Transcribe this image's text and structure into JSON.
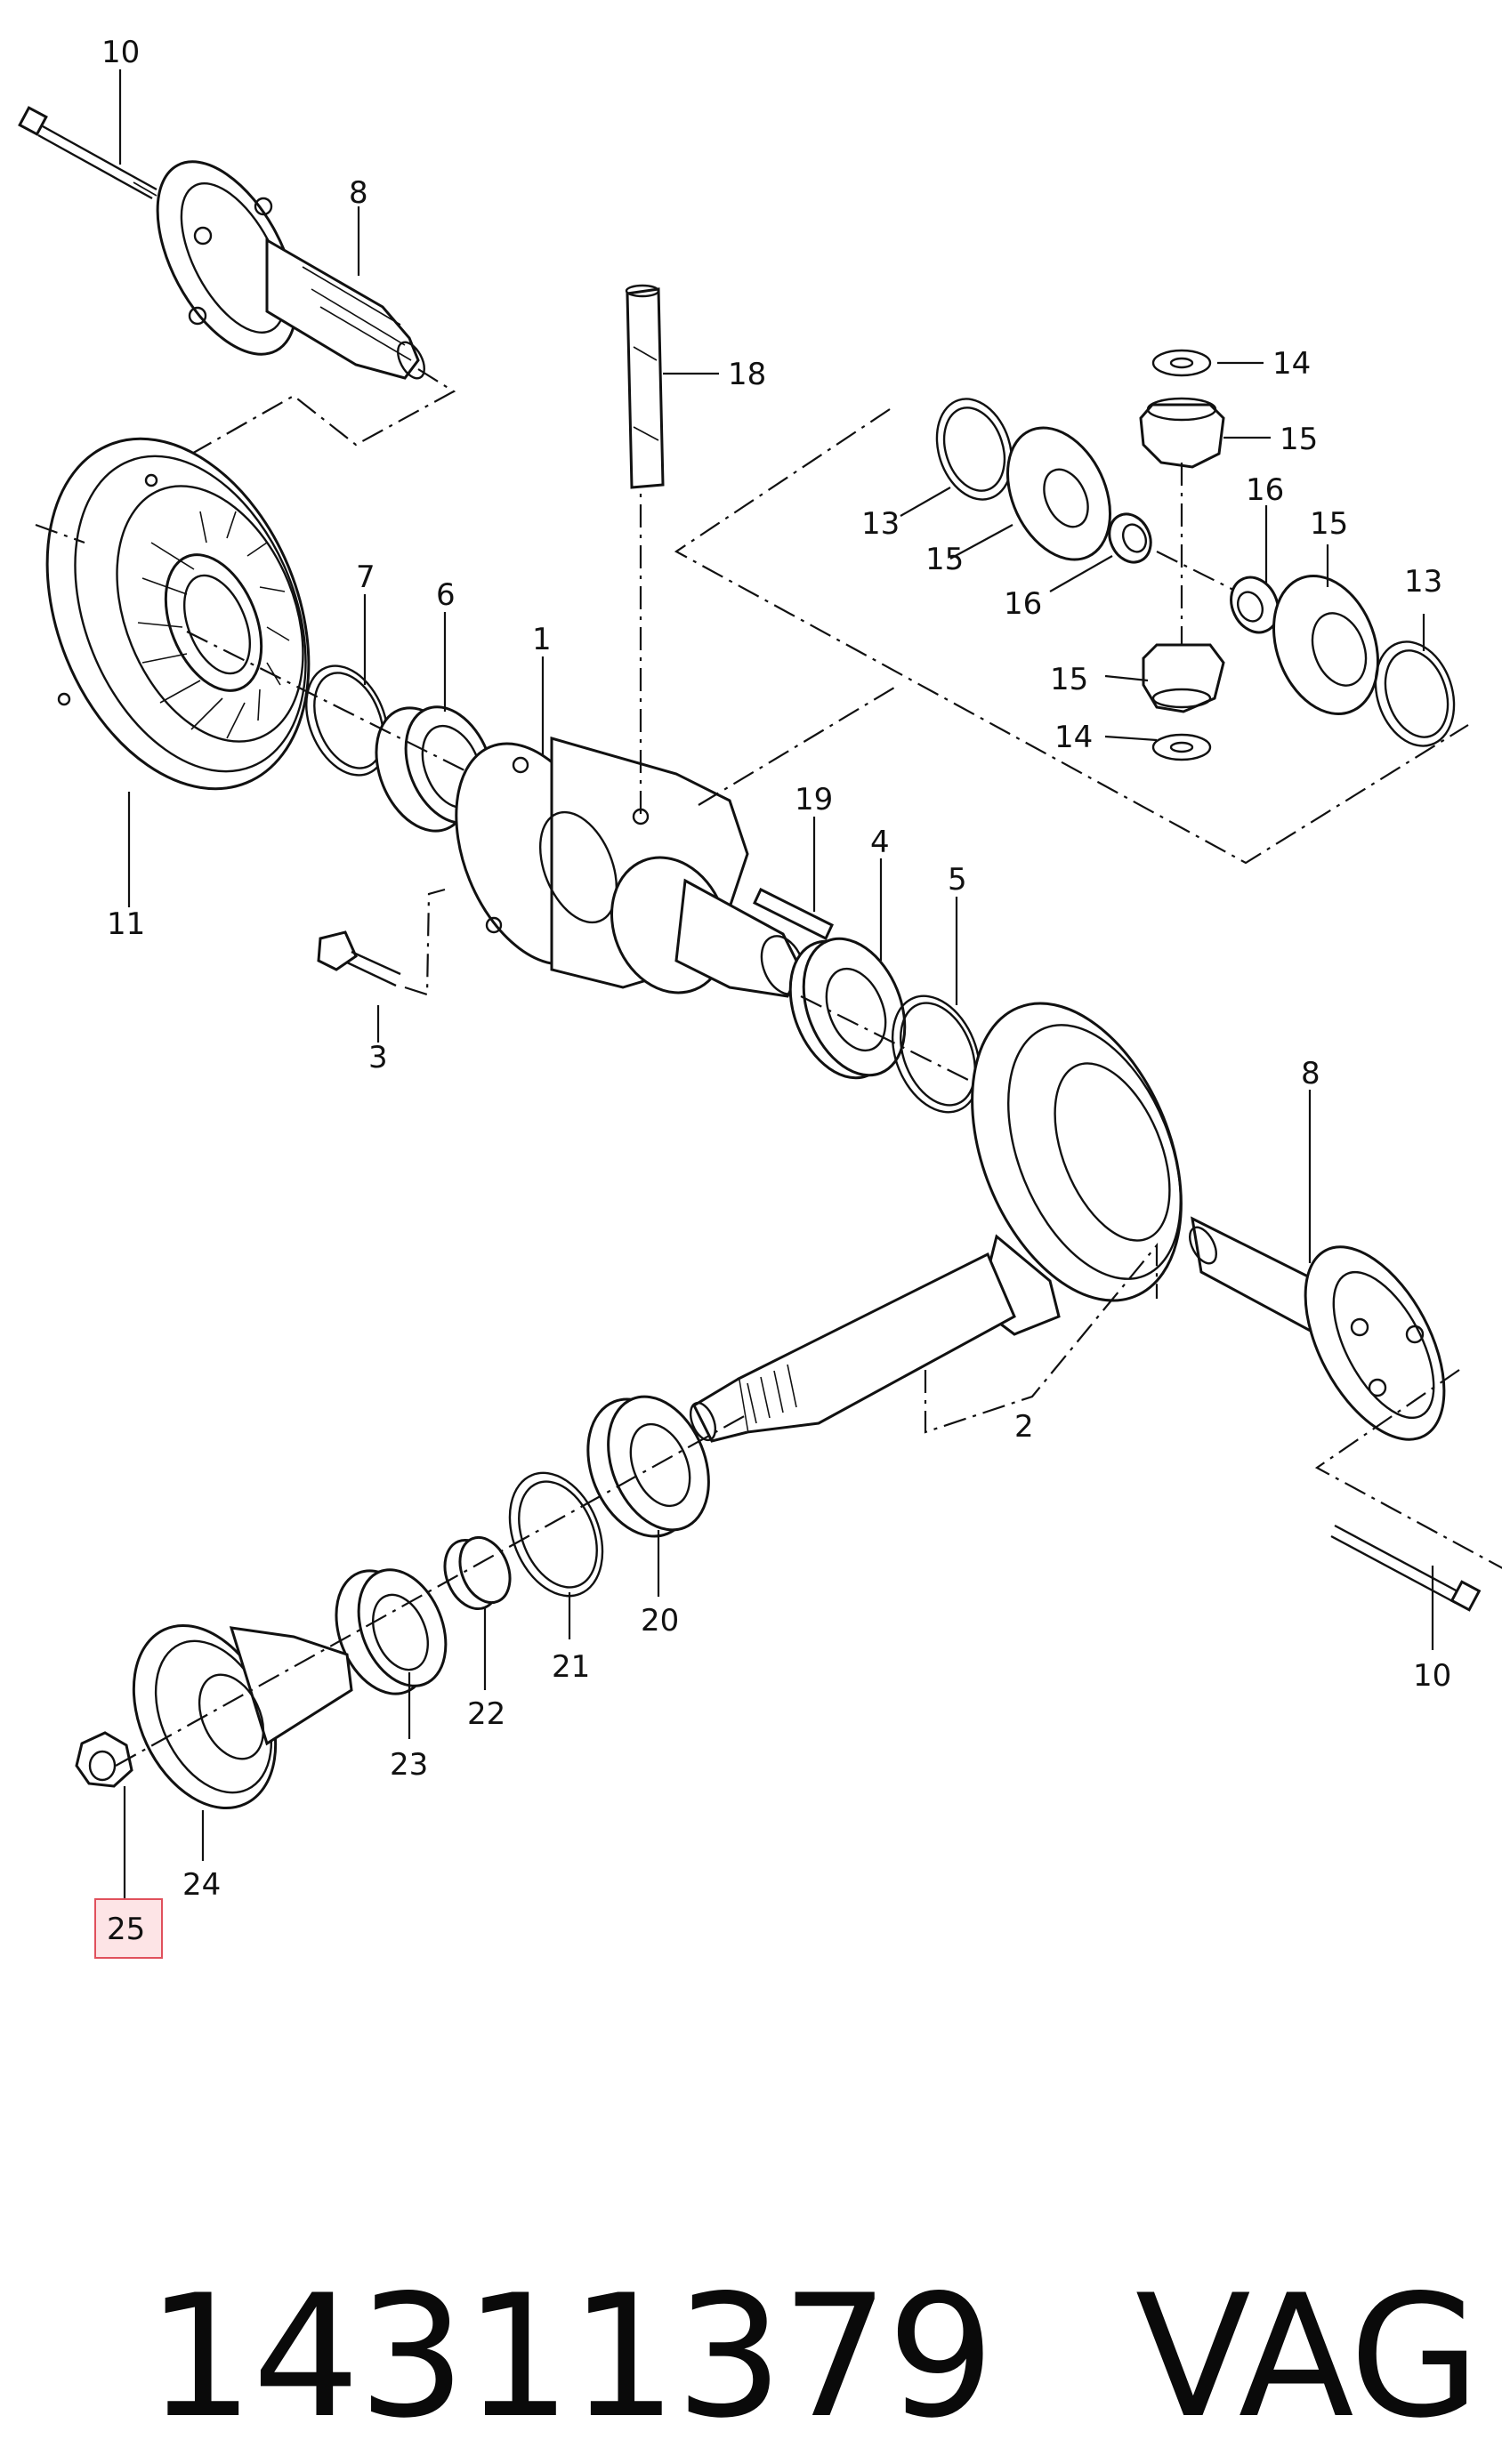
{
  "callouts": {
    "c10a": "10",
    "c8a": "8",
    "c18": "18",
    "c14a": "14",
    "c15a": "15",
    "c13a": "13",
    "c15b": "15",
    "c16a": "16",
    "c15c": "15",
    "c16b": "16",
    "c13b": "13",
    "c15d": "15",
    "c14b": "14",
    "c7": "7",
    "c6": "6",
    "c1": "1",
    "c11": "11",
    "c19": "19",
    "c4": "4",
    "c5": "5",
    "c3": "3",
    "c8b": "8",
    "c2": "2",
    "c20": "20",
    "c21": "21",
    "c22": "22",
    "c23": "23",
    "c10b": "10",
    "c24": "24",
    "c25": "25"
  },
  "highlighted_part": "25",
  "highlight_color": "#fde4e6",
  "highlight_border_color": "#e0505c",
  "footer": {
    "part_number": "14311379",
    "brand": "VAG"
  }
}
